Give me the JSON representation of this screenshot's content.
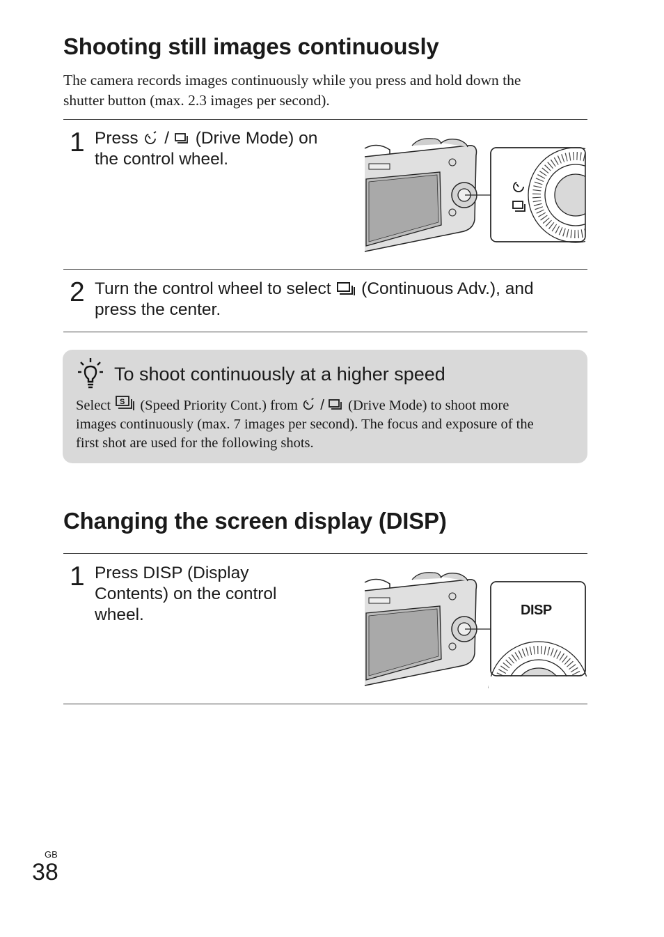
{
  "section1": {
    "heading": "Shooting still images continuously",
    "intro_line1": "The camera records images continuously while you press and hold down the",
    "intro_line2": "shutter button (max. 2.3 images per second).",
    "step1": {
      "number": "1",
      "text_press": "Press",
      "text_after_icons": "(Drive Mode) on",
      "text_line2": "the control wheel."
    },
    "step2": {
      "number": "2",
      "text_before_icon": "Turn the control wheel to select",
      "text_after_icon": "(Continuous Adv.), and",
      "text_line2": "press the center."
    }
  },
  "tip": {
    "title": "To shoot continuously at a higher speed",
    "select": "Select",
    "speed_priority": "(Speed Priority Cont.) from",
    "drive_mode_rest": "(Drive Mode) to shoot more",
    "line2": "images continuously (max. 7 images per second). The focus and exposure of the",
    "line3": "first shot are used for the following shots."
  },
  "section2": {
    "heading": "Changing the screen display (DISP)",
    "step1": {
      "number": "1",
      "line1": "Press DISP (Display",
      "line2": "Contents) on the control",
      "line3": "wheel."
    },
    "illustration_label": "DISP"
  },
  "footer": {
    "region": "GB",
    "page_number": "38"
  },
  "icons": {
    "self_timer": "self-timer-icon",
    "continuous": "continuous-shooting-icon",
    "speed_priority": "speed-priority-icon",
    "tip": "lightbulb-tip-icon"
  }
}
